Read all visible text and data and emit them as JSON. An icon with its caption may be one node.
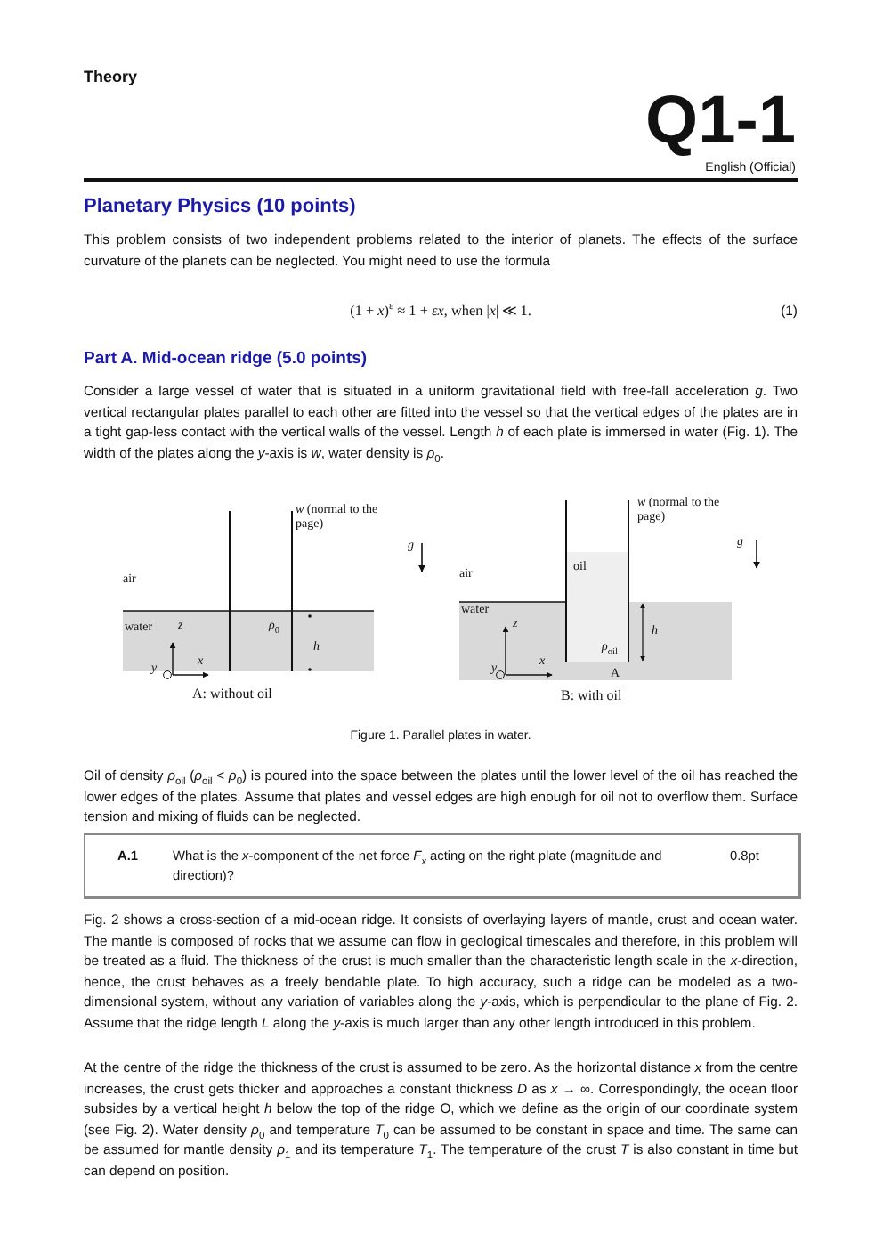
{
  "diagram": {
    "title": "Planetary Physics (10 points)",
    "nodes": [
      {
        "text": [
          "A.1",
          "What is the *x*-component of the net force *F$_{x}$* acting on the right plate (magnitude and direction)?",
          "0.8pt"
        ]
      }
    ],
    "labels": [
      "Theory",
      "Q1-1",
      "English (Official)",
      "This problem consists of two independent problems related to the interior of planets. The effects of the surface curvature of the planets can be neglected. You might need to use the formula",
      "(1 + *x*)$^{ε}$ ≈ 1 + *εx*,  when |*x*| ≪ 1.",
      "(1)",
      "Part A. Mid-ocean ridge (5.0 points)",
      "Consider a large vessel of water that is situated in a uniform gravitational field with free-fall acceleration *g*. Two vertical rectangular plates parallel to each other are fitted into the vessel so that the vertical edges of the plates are in a tight gap-less contact with the vertical walls of the vessel. Length *h* of each plate is immersed in water (Fig. 1). The width of the plates along the *y*-axis is *w*, water density is *ρ*$_{0}$.",
      "*w* (normal to the page)",
      "air",
      "water",
      "*z*",
      "*y*",
      "*x*",
      "*ρ*$_{0}$",
      "*h*",
      "A: without oil",
      "*g⃗*",
      "*w* (normal to the page)",
      "oil",
      "air",
      "water",
      "*z*",
      "*y*",
      "*x*",
      "*ρ*$_{oil}$",
      "*h*",
      "A",
      "B: with oil",
      "*g⃗*",
      "Figure 1. Parallel plates in water.",
      "Oil of density *ρ*$_{oil}$ (*ρ*$_{oil}$ < *ρ*$_{0}$) is poured into the space between the plates until the lower level of the oil has reached the lower edges of the plates. Assume that plates and vessel edges are high enough for oil not to overflow them. Surface tension and mixing of fluids can be neglected.",
      "Fig. 2 shows a cross-section of a mid-ocean ridge. It consists of overlaying layers of mantle, crust and ocean water. The mantle is composed of rocks that we assume can flow in geological timescales and therefore, in this problem will be treated as a fluid. The thickness of the crust is much smaller than the characteristic length scale in the *x*-direction, hence, the crust behaves as a freely bendable plate. To high accuracy, such a ridge can be modeled as a two-dimensional system, without any variation of variables along the *y*-axis, which is perpendicular to the plane of Fig. 2. Assume that the ridge length *L* along the *y*-axis is much larger than any other length introduced in this problem.",
      "At the centre of the ridge the thickness of the crust is assumed to be zero. As the horizontal distance *x* from the centre increases, the crust gets thicker and approaches a constant thickness *D* as *x* → ∞. Correspondingly, the ocean floor subsides by a vertical height *h* below the top of the ridge O, which we define as the origin of our coordinate system (see Fig. 2). Water density *ρ*$_{0}$ and temperature *T*$_{0}$ can be assumed to be constant in space and time. The same can be assumed for mantle density *ρ*$_{1}$ and its temperature *T*$_{1}$. The temperature of the crust *T* is also constant in time but can depend on position."
    ]
  }
}
